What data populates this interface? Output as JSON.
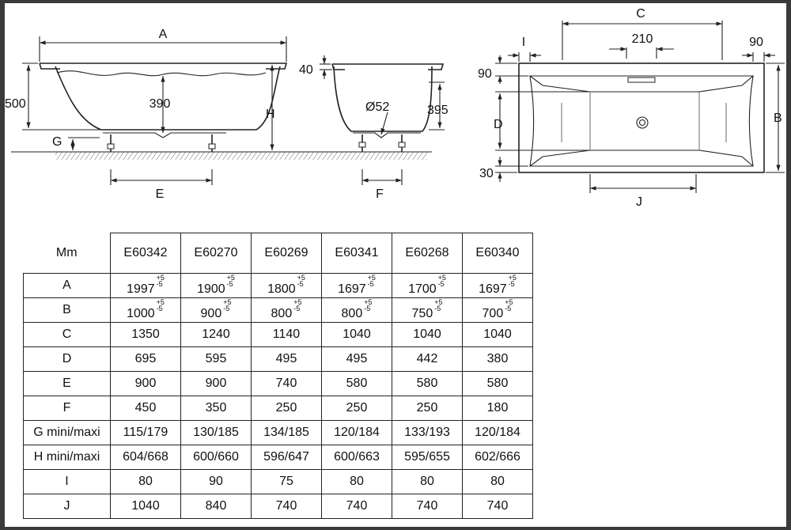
{
  "drawing": {
    "side_view": {
      "labels": {
        "A": "A",
        "dim_500": "500",
        "dim_390": "390",
        "H": "H",
        "G": "G",
        "E": "E"
      }
    },
    "end_view": {
      "labels": {
        "dim_40": "40",
        "dim_52": "Ø52",
        "dim_395": "395",
        "F": "F"
      }
    },
    "top_view": {
      "labels": {
        "C": "C",
        "I": "I",
        "dim_210": "210",
        "dim_90_top": "90",
        "dim_90_left": "90",
        "D": "D",
        "B": "B",
        "dim_30": "30",
        "J": "J"
      }
    }
  },
  "table": {
    "corner": "Mm",
    "models": [
      "E60342",
      "E60270",
      "E60269",
      "E60341",
      "E60268",
      "E60340"
    ],
    "rows": [
      {
        "label": "A",
        "values": [
          "1997",
          "1900",
          "1800",
          "1697",
          "1700",
          "1697"
        ],
        "tol_plus": "+5",
        "tol_minus": "-5"
      },
      {
        "label": "B",
        "values": [
          "1000",
          "900",
          "800",
          "800",
          "750",
          "700"
        ],
        "tol_plus": "+5",
        "tol_minus": "-5"
      },
      {
        "label": "C",
        "values": [
          "1350",
          "1240",
          "1140",
          "1040",
          "1040",
          "1040"
        ]
      },
      {
        "label": "D",
        "values": [
          "695",
          "595",
          "495",
          "495",
          "442",
          "380"
        ]
      },
      {
        "label": "E",
        "values": [
          "900",
          "900",
          "740",
          "580",
          "580",
          "580"
        ]
      },
      {
        "label": "F",
        "values": [
          "450",
          "350",
          "250",
          "250",
          "250",
          "180"
        ]
      },
      {
        "label": "G mini/maxi",
        "values": [
          "115/179",
          "130/185",
          "134/185",
          "120/184",
          "133/193",
          "120/184"
        ]
      },
      {
        "label": "H mini/maxi",
        "values": [
          "604/668",
          "600/660",
          "596/647",
          "600/663",
          "595/655",
          "602/666"
        ]
      },
      {
        "label": "I",
        "values": [
          "80",
          "90",
          "75",
          "80",
          "80",
          "80"
        ]
      },
      {
        "label": "J",
        "values": [
          "1040",
          "840",
          "740",
          "740",
          "740",
          "740"
        ]
      }
    ]
  }
}
